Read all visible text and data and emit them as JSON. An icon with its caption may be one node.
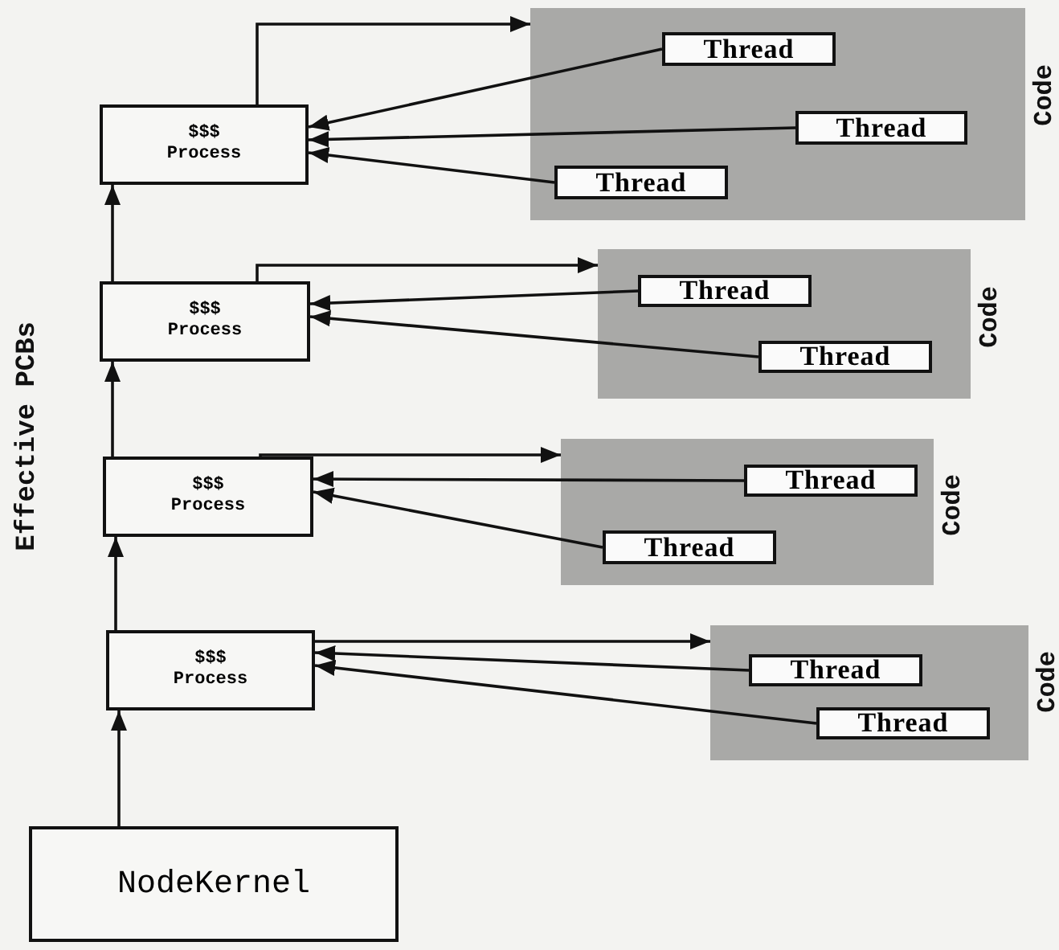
{
  "diagram": {
    "nodes": [
      {
        "text": [
          "$$$ Process"
        ]
      },
      {
        "text": [],
        "shape": "box",
        "beside": [
          "Code"
        ]
      },
      {
        "text": [
          "Thread"
        ],
        "in": 1
      },
      {
        "text": [
          "Thread"
        ],
        "in": 1
      },
      {
        "text": [
          "Thread"
        ],
        "in": 1
      },
      {
        "text": [
          "$$$ Process"
        ]
      },
      {
        "text": [],
        "shape": "box",
        "beside": [
          "Code"
        ]
      },
      {
        "text": [
          "Thread"
        ],
        "in": 6
      },
      {
        "text": [
          "Thread"
        ],
        "in": 6
      },
      {
        "text": [
          "$$$ Process"
        ]
      },
      {
        "text": [],
        "shape": "box",
        "beside": [
          "Code"
        ]
      },
      {
        "text": [
          "Thread"
        ],
        "in": 10
      },
      {
        "text": [
          "Thread"
        ],
        "in": 10
      },
      {
        "text": [
          "$$$ Process"
        ]
      },
      {
        "text": [],
        "shape": "box",
        "beside": [
          "Code"
        ]
      },
      {
        "text": [
          "Thread"
        ],
        "in": 14
      },
      {
        "text": [
          "Thread"
        ],
        "in": 14
      },
      {
        "text": [
          "NodeKernel"
        ]
      }
    ],
    "edges": [
      {
        "from": 17,
        "to": 13,
        "arrow": "to"
      },
      {
        "from": 13,
        "to": 9,
        "arrow": "to"
      },
      {
        "from": 9,
        "to": 5,
        "arrow": "to"
      },
      {
        "from": 5,
        "to": 0,
        "arrow": "to"
      },
      {
        "from": 0,
        "to": 1,
        "arrow": "to"
      },
      {
        "from": 2,
        "to": 0,
        "arrow": "to"
      },
      {
        "from": 3,
        "to": 0,
        "arrow": "to"
      },
      {
        "from": 4,
        "to": 0,
        "arrow": "to"
      },
      {
        "from": 5,
        "to": 6,
        "arrow": "to"
      },
      {
        "from": 7,
        "to": 5,
        "arrow": "to"
      },
      {
        "from": 8,
        "to": 5,
        "arrow": "to"
      },
      {
        "from": 9,
        "to": 10,
        "arrow": "to"
      },
      {
        "from": 11,
        "to": 9,
        "arrow": "to"
      },
      {
        "from": 12,
        "to": 9,
        "arrow": "to"
      },
      {
        "from": 13,
        "to": 14,
        "arrow": "to"
      },
      {
        "from": 15,
        "to": 13,
        "arrow": "to"
      },
      {
        "from": 16,
        "to": 13,
        "arrow": "to"
      }
    ],
    "labels": [
      "Effective PCBs"
    ]
  }
}
